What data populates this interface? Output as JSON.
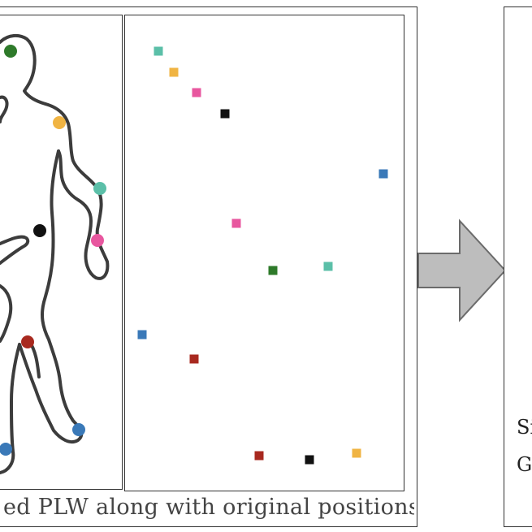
{
  "caption": "ed PLW along with original positions",
  "fragment_top": "Si",
  "fragment_bottom": "G",
  "colors": {
    "green": "#2e7a2a",
    "orange": "#f0b443",
    "teal": "#5bbfa8",
    "pink": "#e8579f",
    "black": "#111111",
    "blue": "#3a79b8",
    "red": "#a8291f",
    "arrow_fill": "#bdbdbd",
    "arrow_stroke": "#6b6b6b"
  },
  "body_markers": [
    {
      "name": "head-marker",
      "color": "green"
    },
    {
      "name": "shoulder-marker",
      "color": "orange"
    },
    {
      "name": "elbow-marker",
      "color": "teal"
    },
    {
      "name": "wrist-marker",
      "color": "pink"
    },
    {
      "name": "hip-marker",
      "color": "black"
    },
    {
      "name": "knee-marker",
      "color": "red"
    },
    {
      "name": "ankle-marker-right",
      "color": "blue"
    },
    {
      "name": "ankle-marker-left",
      "color": "blue"
    }
  ],
  "scattered_markers": [
    {
      "name": "scattered-teal-1",
      "color": "teal"
    },
    {
      "name": "scattered-orange-1",
      "color": "orange"
    },
    {
      "name": "scattered-pink-1",
      "color": "pink"
    },
    {
      "name": "scattered-black-1",
      "color": "black"
    },
    {
      "name": "scattered-blue-1",
      "color": "blue"
    },
    {
      "name": "scattered-pink-2",
      "color": "pink"
    },
    {
      "name": "scattered-green-1",
      "color": "green"
    },
    {
      "name": "scattered-teal-2",
      "color": "teal"
    },
    {
      "name": "scattered-blue-2",
      "color": "blue"
    },
    {
      "name": "scattered-red-1",
      "color": "red"
    },
    {
      "name": "scattered-red-2",
      "color": "red"
    },
    {
      "name": "scattered-black-2",
      "color": "black"
    },
    {
      "name": "scattered-orange-2",
      "color": "orange"
    }
  ]
}
